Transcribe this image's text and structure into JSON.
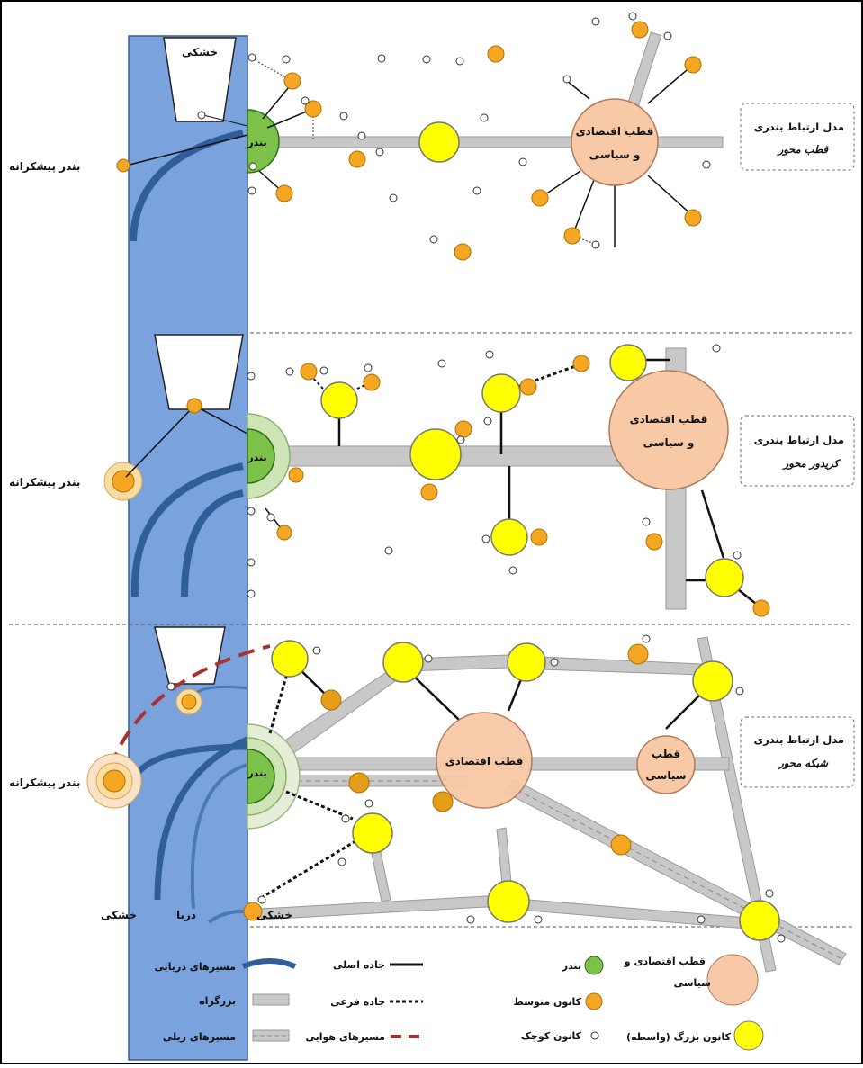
{
  "labels": {
    "dry": "خشکی",
    "sea": "دریا",
    "port": "بندر",
    "forward_port": "بندر پیشکرانه",
    "econ_pol_pole_line1": "قطب اقتصادی",
    "econ_pol_pole_line2": "و سیاسی",
    "econ_pole": "قطب اقتصادی",
    "pol_pole_line1": "قطب",
    "pol_pole_line2": "سیاسی"
  },
  "models": [
    {
      "line1": "مدل ارتباط بندری",
      "line2": "قطب محور"
    },
    {
      "line1": "مدل ارتباط بندری",
      "line2": "کریدور محور"
    },
    {
      "line1": "مدل ارتباط بندری",
      "line2": "شبکه محور"
    }
  ],
  "legend": {
    "econ_pol_pole_line1": "قطب اقتصادی و",
    "econ_pol_pole_line2": "سیاسی",
    "large_center": "کانون بزرگ (واسطه)",
    "port": "بندر",
    "medium_center": "کانون متوسط",
    "small_center": "کانون کوچک",
    "main_road": "جاده اصلی",
    "branch_road": "جاده فرعی",
    "air_routes": "مسیرهای هوایی",
    "sea_routes": "مسیرهای دریایی",
    "highway": "بزرگراه",
    "rail_routes": "مسیرهای ریلی"
  },
  "colors": {
    "sea": "#7aa3dd",
    "sea_route": "#2f5e9a",
    "port_green": "#7cc24a",
    "pole_peach": "#f8c9a6",
    "large_yellow": "#ffff00",
    "medium_orange": "#f5a623",
    "highway_gray": "#c8c8c8",
    "air_red": "#a83232"
  }
}
